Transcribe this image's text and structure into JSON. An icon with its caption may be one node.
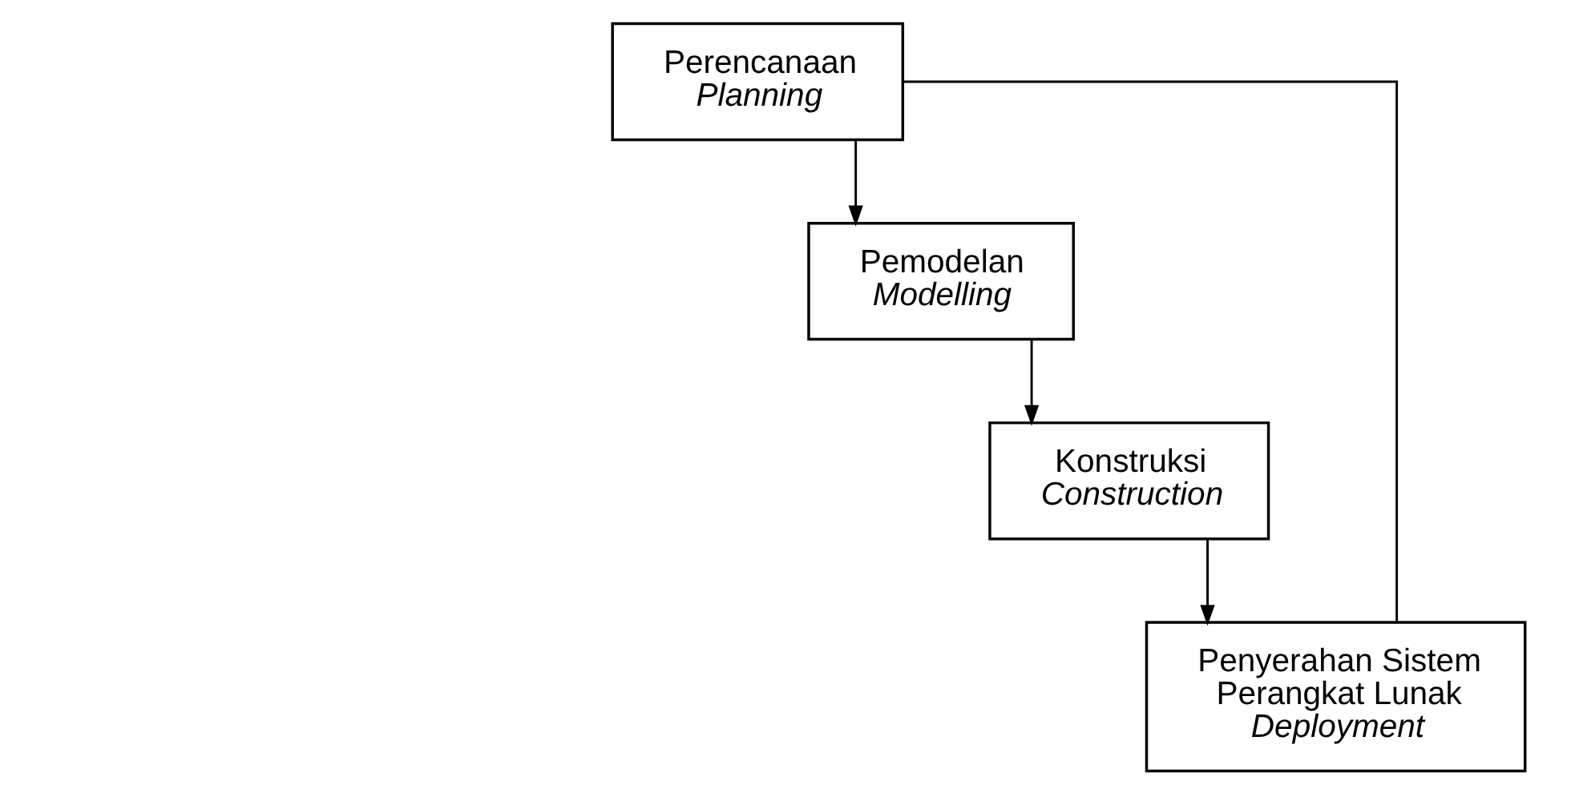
{
  "diagram": {
    "nodes": [
      {
        "text": [
          "Perencanaan",
          "Planning"
        ]
      },
      {
        "text": [
          "Pemodelan",
          "Modelling"
        ]
      },
      {
        "text": [
          "Konstruksi",
          "Construction"
        ]
      },
      {
        "text": [
          "Penyerahan Sistem Perangkat Lunak",
          "Deployment"
        ]
      }
    ],
    "edges": [
      {
        "from": 0,
        "to": 1,
        "arrow": "to"
      },
      {
        "from": 1,
        "to": 2,
        "arrow": "to"
      },
      {
        "from": 2,
        "to": 3,
        "arrow": "to"
      },
      {
        "from": 0,
        "to": 3,
        "arrow": "none"
      }
    ]
  }
}
